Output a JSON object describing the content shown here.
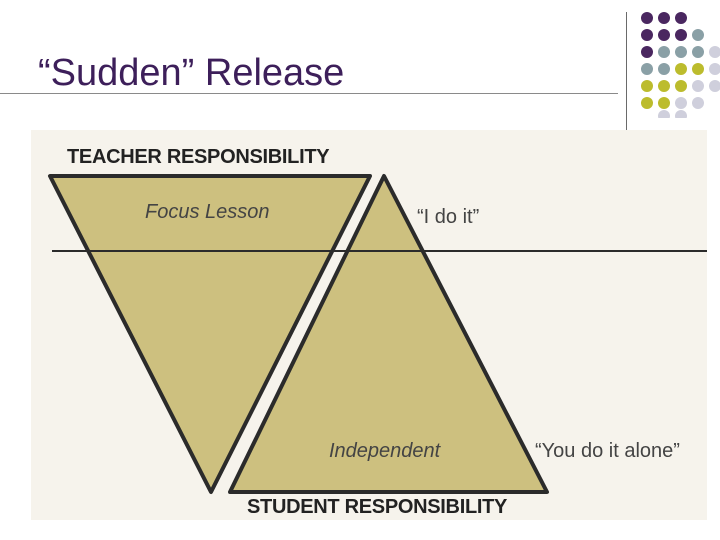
{
  "slide": {
    "title": "“Sudden” Release"
  },
  "decoration": {
    "dot_colors": {
      "purple": "#4a2760",
      "teal": "#8aa0a6",
      "olive": "#bcbc2d",
      "lavender": "#cfcfdc"
    }
  },
  "diagram": {
    "colors": {
      "fill": "#cdc07f",
      "stroke": "#2b2b2b",
      "background": "#f6f3ec"
    },
    "top_label": "TEACHER RESPONSIBILITY",
    "bottom_label": "STUDENT RESPONSIBILITY",
    "teacher_phase_label": "Focus Lesson",
    "teacher_phase_quote": "“I do it”",
    "student_phase_label": "Independent",
    "student_phase_quote": "“You do it alone”"
  }
}
